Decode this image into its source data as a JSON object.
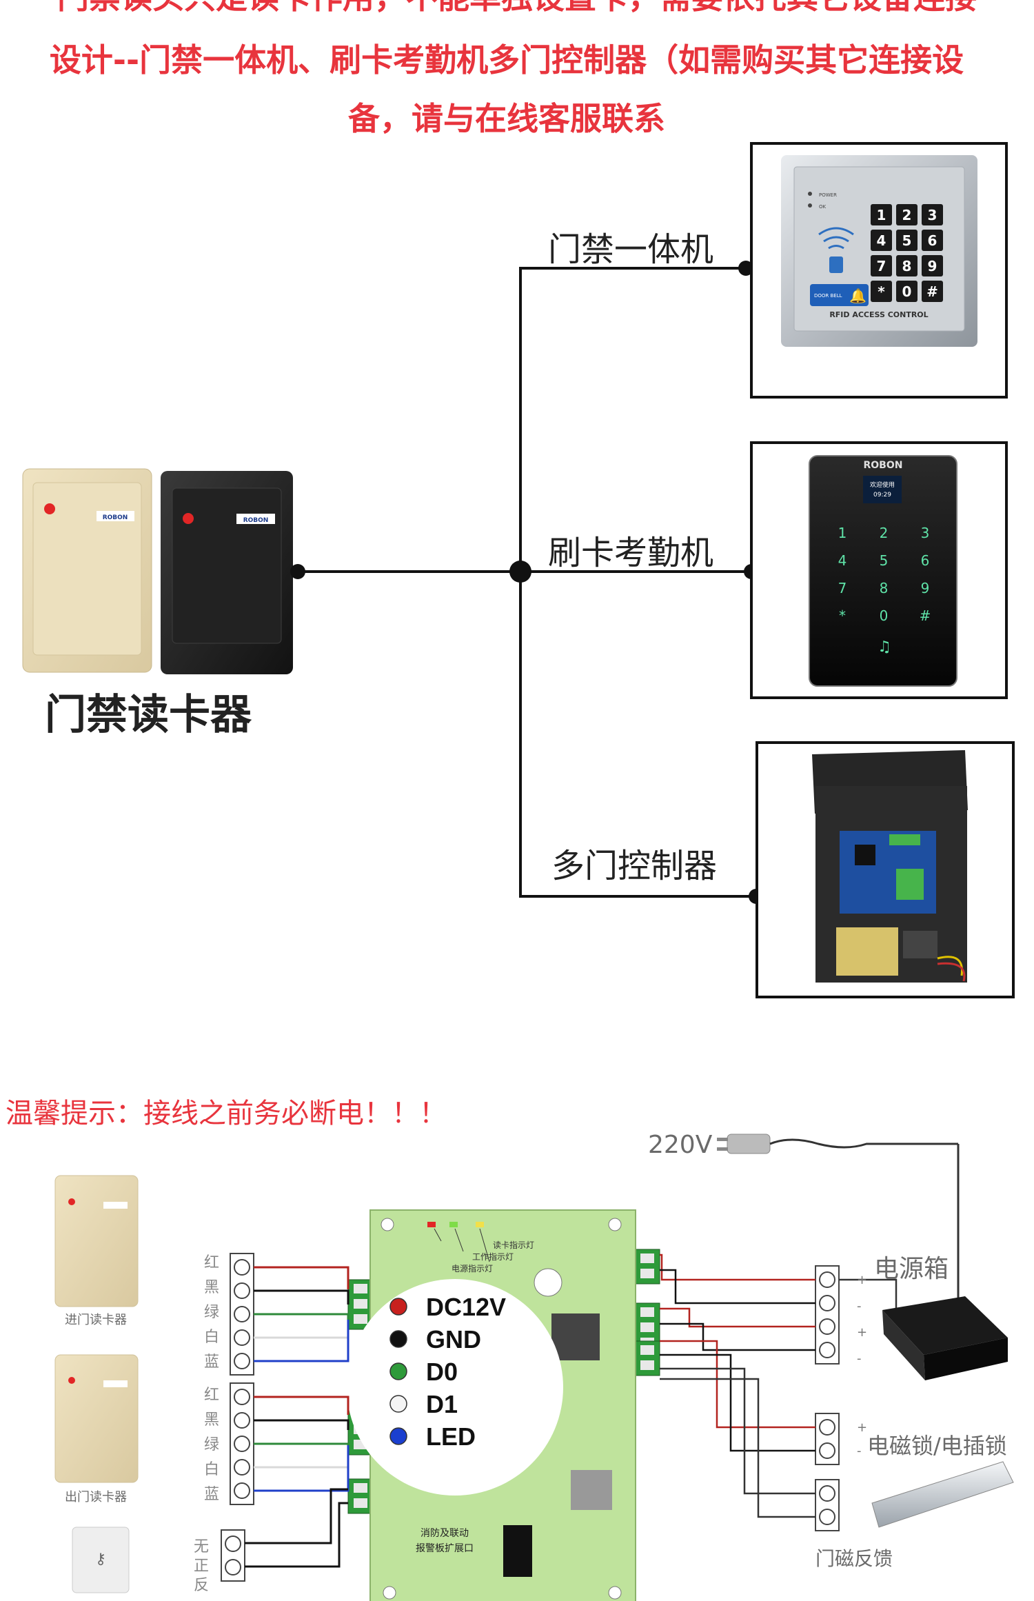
{
  "header": {
    "line1": "门禁读头只是读卡作用，不能单独设置卡，需要依托其它设备连接",
    "line2": "设计--门禁一体机、刷卡考勤机多门控制器（如需购买其它连接设",
    "line3": "备，请与在线客服联系"
  },
  "top_diagram": {
    "reader_label": "门禁读卡器",
    "reader_brand": "ROBON",
    "devices": [
      {
        "label": "门禁一体机",
        "caption": "RFID ACCESS CONTROL",
        "led1": "POWER",
        "led2": "OK",
        "bell": "DOOR BELL"
      },
      {
        "label": "刷卡考勤机",
        "brand": "ROBON",
        "screen_line1": "欢迎使用",
        "screen_line2": "09:29"
      },
      {
        "label": "多门控制器"
      }
    ],
    "keypad_keys": [
      "1",
      "2",
      "3",
      "4",
      "5",
      "6",
      "7",
      "8",
      "9",
      "*",
      "0",
      "#"
    ]
  },
  "wiring": {
    "warning": "温馨提示：接线之前务必断电！！！",
    "voltage": "220V",
    "entry_reader": "进门读卡器",
    "exit_reader": "出门读卡器",
    "wire_colors_label": [
      "红",
      "黑",
      "绿",
      "白",
      "蓝"
    ],
    "exit_button_label": [
      "无",
      "正",
      "反"
    ],
    "indicators": [
      "读卡指示灯",
      "工作指示灯",
      "电源指示灯"
    ],
    "legend": [
      {
        "label": "DC12V",
        "color": "#c8201e"
      },
      {
        "label": "GND",
        "color": "#111111"
      },
      {
        "label": "D0",
        "color": "#2e9a3a"
      },
      {
        "label": "D1",
        "color": "#f4f4f4"
      },
      {
        "label": "LED",
        "color": "#1b3fcf"
      }
    ],
    "fire_port": "消防及联动\n报警板扩展口",
    "fire_port_line1": "消防及联动",
    "fire_port_line2": "报警板扩展口",
    "power_box": "电源箱",
    "lock": "电磁锁/电插锁",
    "door_sensor": "门磁反馈",
    "signs": [
      "+",
      "-",
      "+",
      "-"
    ]
  },
  "colors": {
    "accent_red": "#e8343d",
    "board_green": "#bfe39c",
    "wire_red": "#b3231f",
    "wire_green": "#2e8a3a",
    "wire_blue": "#1f3fc9"
  }
}
